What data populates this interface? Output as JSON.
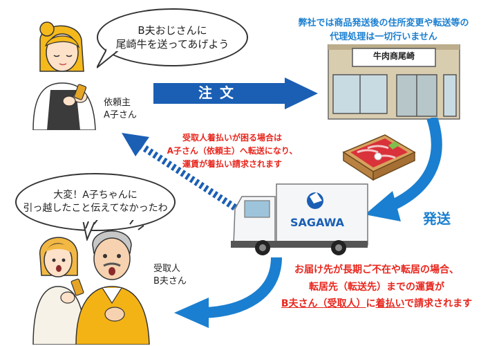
{
  "requester": {
    "bubble_line1": "B夫おじさんに",
    "bubble_line2": "尾崎牛を送ってあげよう",
    "label_line1": "依頼主",
    "label_line2": "A子さん"
  },
  "shop": {
    "notice_line1": "弊社では商品発送後の住所変更や転送等の",
    "notice_line2": "代理処理は一切行いません",
    "sign": "牛肉商尾崎"
  },
  "order_arrow_label": "注 文",
  "shipping_label": "発送",
  "truck_brand": "SAGAWA",
  "refusal_note": {
    "line1": "受取人着払いが困る場合は",
    "line2": "A子さん（依頼主）へ転送になり、",
    "line3": "運賃が着払い請求されます"
  },
  "recipient": {
    "bubble_line1": "大変！A子ちゃんに",
    "bubble_line2": "引っ越したこと伝えてなかったわ",
    "label_line1": "受取人",
    "label_line2": "B夫さん"
  },
  "delivery_note": {
    "line1": "お届け先が長期ご不在や転居の場合、",
    "line2": "転居先（転送先）までの運賃が",
    "line3_a": "B夫さん（受取人）",
    "line3_b": "に",
    "line3_c": "着払い",
    "line3_d": "で請求されます"
  },
  "colors": {
    "blue": "#1a5fb4",
    "accent_blue": "#1a7fd0",
    "red": "#e8261d",
    "shirt_yellow": "#f4b315"
  }
}
